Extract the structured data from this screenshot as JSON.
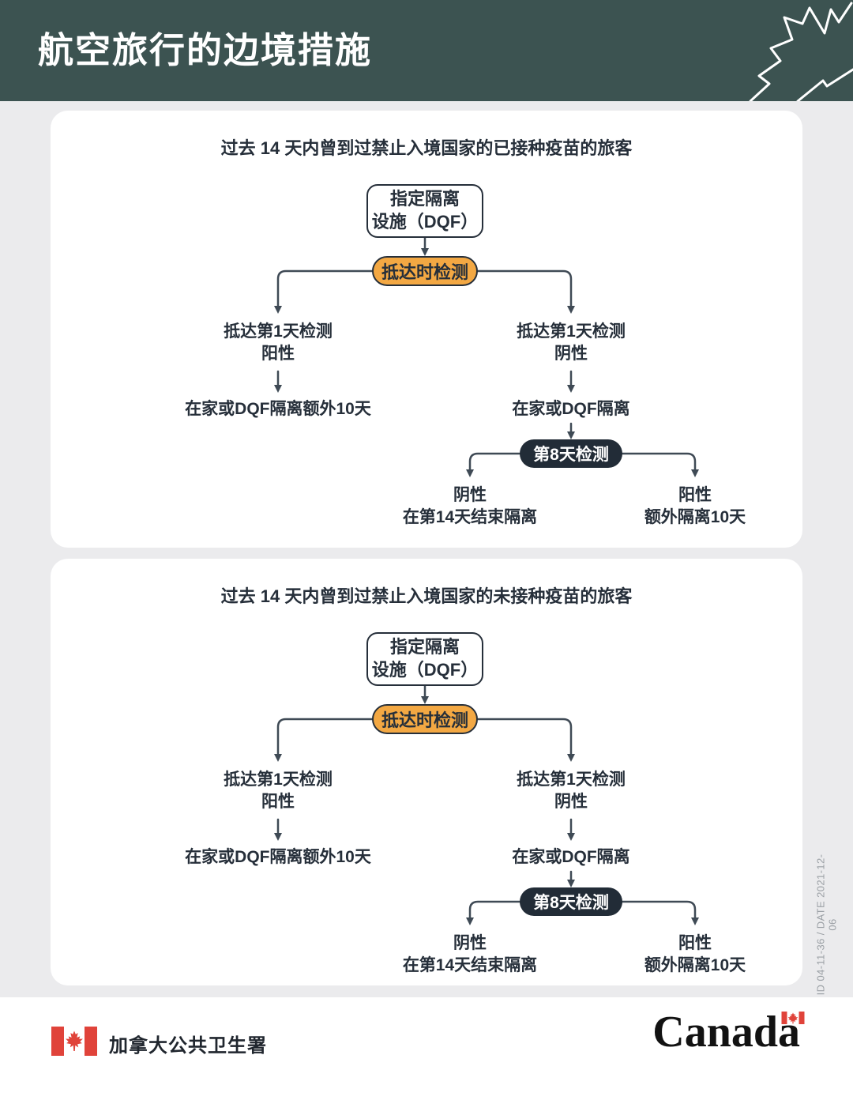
{
  "header": {
    "title": "航空旅行的边境措施"
  },
  "panels": [
    {
      "title": "过去 14 天内曾到过禁止入境国家的已接种疫苗的旅客",
      "dqf_line1": "指定隔离",
      "dqf_line2": "设施（DQF）",
      "arrival_test": "抵达时检测",
      "left_line1": "抵达第1天检测",
      "left_line2": "阳性",
      "left_result": "在家或DQF隔离额外10天",
      "right_line1": "抵达第1天检测",
      "right_line2": "阴性",
      "right_result": "在家或DQF隔离",
      "day8_test": "第8天检测",
      "day8_neg_line1": "阴性",
      "day8_neg_line2": "在第14天结束隔离",
      "day8_pos_line1": "阳性",
      "day8_pos_line2": "额外隔离10天"
    },
    {
      "title": "过去 14 天内曾到过禁止入境国家的未接种疫苗的旅客",
      "dqf_line1": "指定隔离",
      "dqf_line2": "设施（DQF）",
      "arrival_test": "抵达时检测",
      "left_line1": "抵达第1天检测",
      "left_line2": "阳性",
      "left_result": "在家或DQF隔离额外10天",
      "right_line1": "抵达第1天检测",
      "right_line2": "阴性",
      "right_result": "在家或DQF隔离",
      "day8_test": "第8天检测",
      "day8_neg_line1": "阴性",
      "day8_neg_line2": "在第14天结束隔离",
      "day8_pos_line1": "阳性",
      "day8_pos_line2": "额外隔离10天"
    }
  ],
  "footer": {
    "agency": "加拿大公共卫生署",
    "wordmark": "Canada"
  },
  "side_note": "ID 04-11-36 / DATE 2021-12-06",
  "icons": {
    "header": "maple-leaf-outline-icon",
    "footer_left": "canada-flag-icon",
    "wordmark": "canada-flag-icon"
  },
  "colors": {
    "header_bg": "#3c5351",
    "page_bg": "#ebebed",
    "panel_bg": "#ffffff",
    "ink": "#262f3a",
    "line": "#3f4a55",
    "orange_pill": "#f3a843",
    "dark_pill": "#222c37",
    "canada_red": "#e0433a",
    "side_note_gray": "#9ba0a5"
  }
}
